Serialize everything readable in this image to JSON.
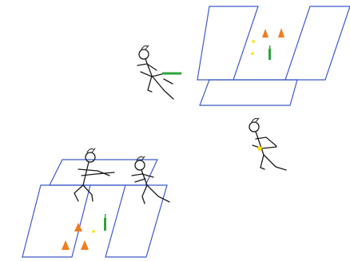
{
  "colors": {
    "outline": "#3D5BC9",
    "figure": "#1a1a1a",
    "cone": "#F07C1E",
    "ball": "#FFE100",
    "bottle": "#2FA33E"
  },
  "icons": {
    "player": "stick-figure",
    "cone": "triangle-cone",
    "ball": "dot",
    "bottle": "bottle"
  }
}
